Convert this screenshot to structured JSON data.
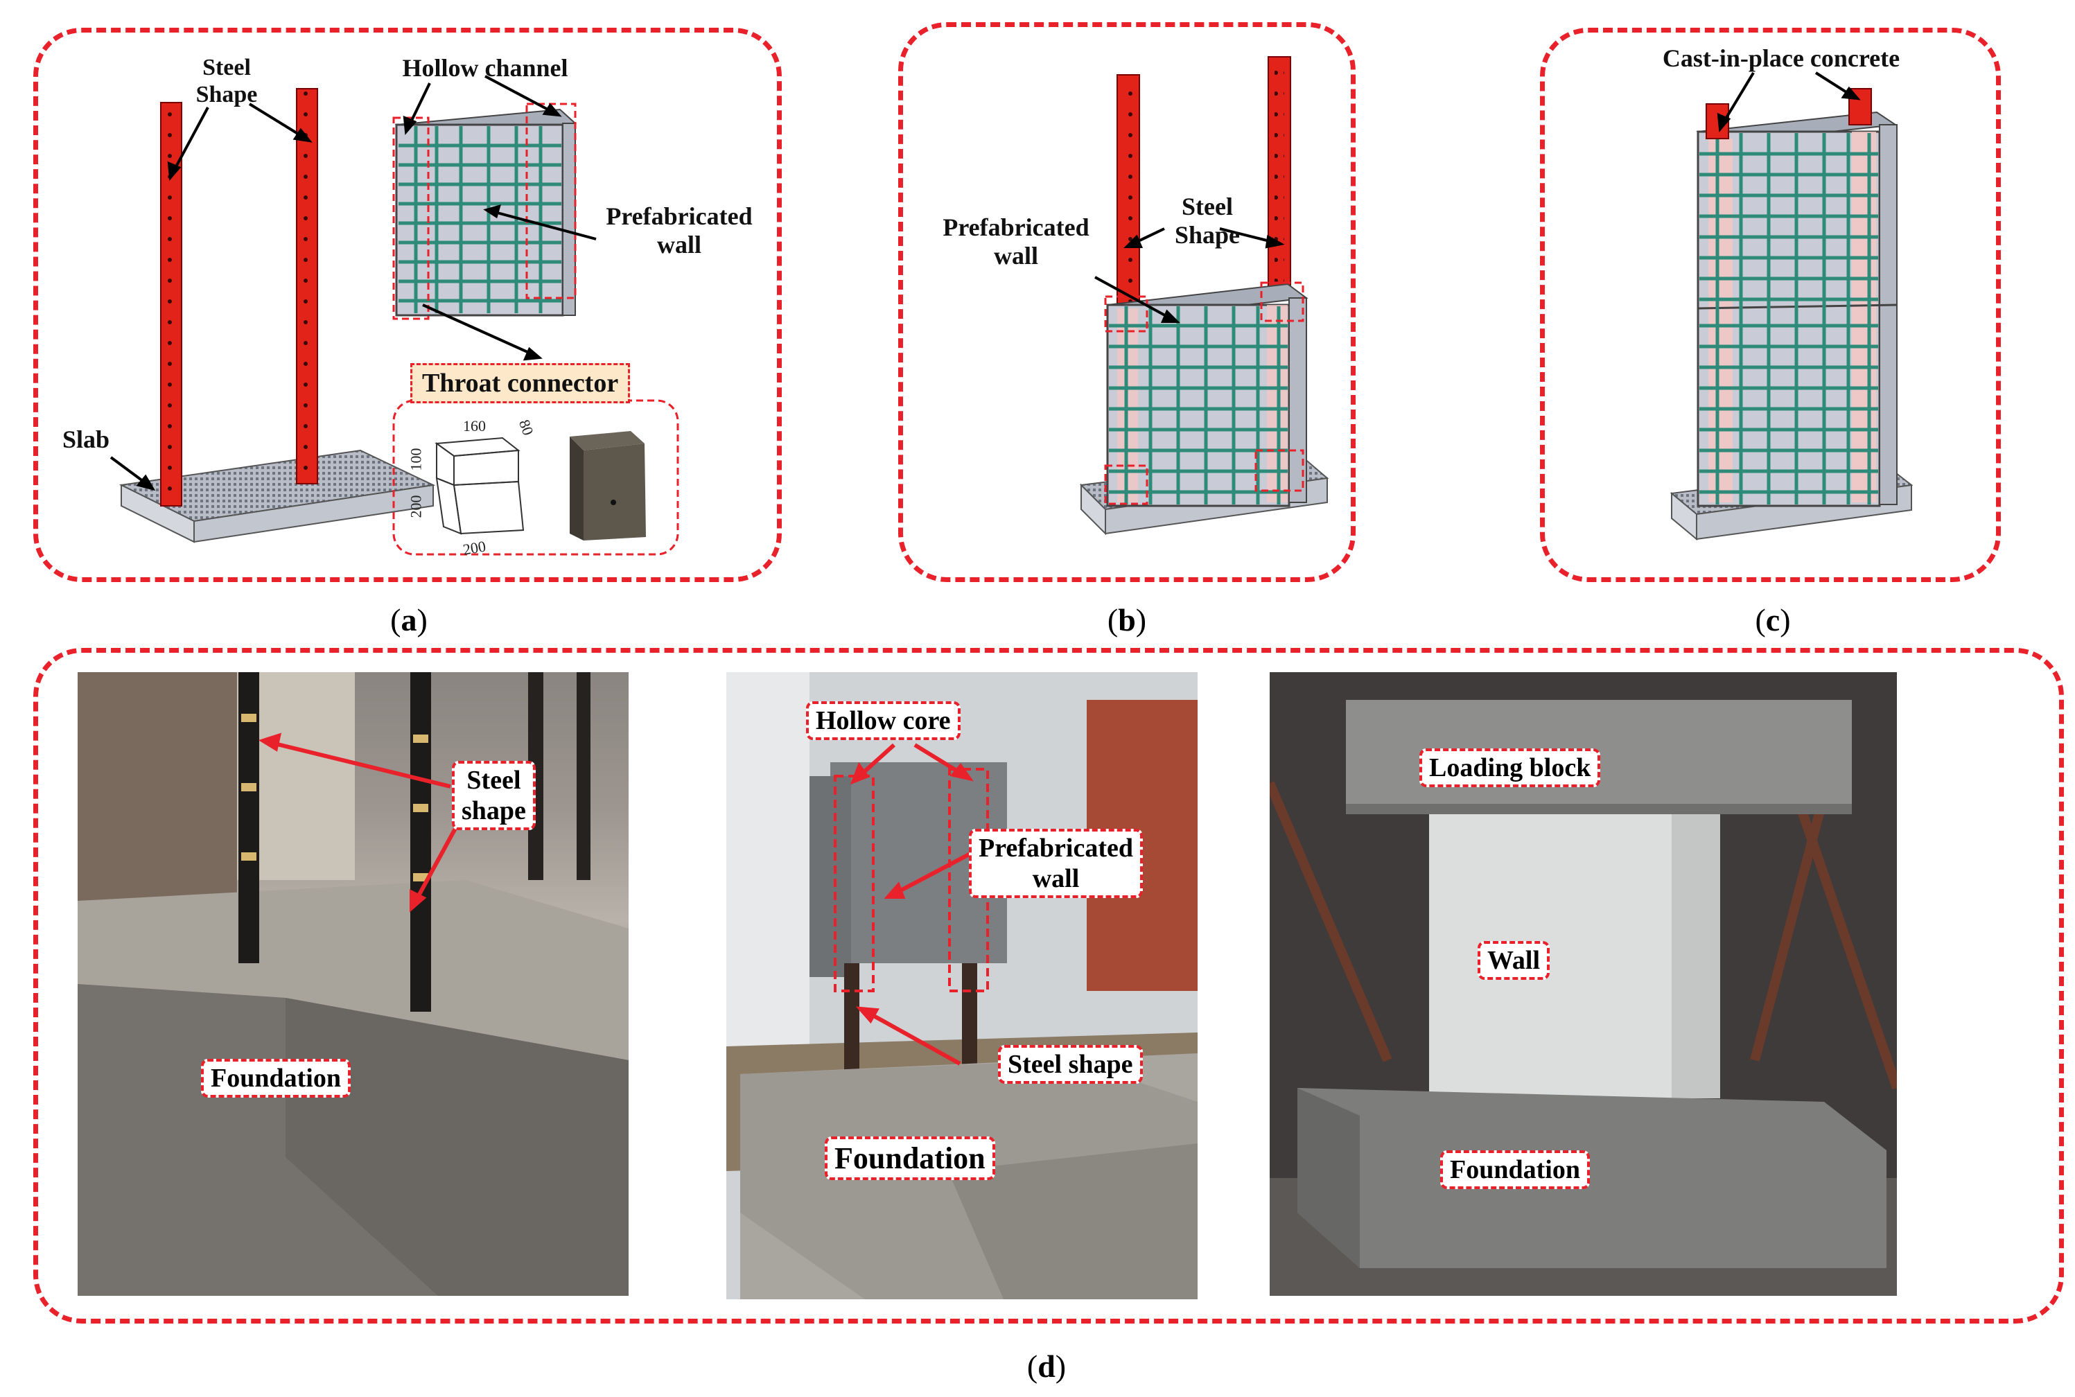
{
  "captions": {
    "a": "a",
    "b": "b",
    "c": "c",
    "d": "d"
  },
  "panel_a": {
    "steel_shape": "Steel\nShape",
    "hollow_channel": "Hollow channel",
    "prefabricated_wall": "Prefabricated\nwall",
    "throat_connector": "Throat connector",
    "slab": "Slab",
    "dims": {
      "d160": "160",
      "d80": "80",
      "d100": "100",
      "d200a": "200",
      "d200b": "200"
    }
  },
  "panel_b": {
    "prefabricated_wall": "Prefabricated\nwall",
    "steel_shape": "Steel\nShape"
  },
  "panel_c": {
    "cast_in_place": "Cast-in-place concrete"
  },
  "panel_d": {
    "photo1": {
      "steel_shape": "Steel\nshape",
      "foundation": "Foundation"
    },
    "photo2": {
      "hollow_core": "Hollow core",
      "prefabricated_wall": "Prefabricated\nwall",
      "steel_shape": "Steel shape",
      "foundation": "Foundation"
    },
    "photo3": {
      "loading_block": "Loading block",
      "wall": "Wall",
      "foundation": "Foundation"
    }
  },
  "colors": {
    "frame": "#e8212a",
    "steel": "#e2231a",
    "rebar": "#2e8b7a",
    "wall": "#c9ccd6"
  }
}
